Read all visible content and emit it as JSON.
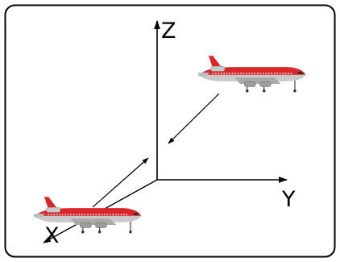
{
  "axes": {
    "x_label": "X",
    "y_label": "Y",
    "z_label": "Z"
  },
  "icons": {
    "upper": "airplane-icon",
    "lower": "airplane-icon"
  },
  "colors": {
    "fuselage_red": "#d9262b",
    "belly_grey": "#c9c9c9",
    "window_stripe": "#ffffff",
    "ink": "#000000"
  }
}
